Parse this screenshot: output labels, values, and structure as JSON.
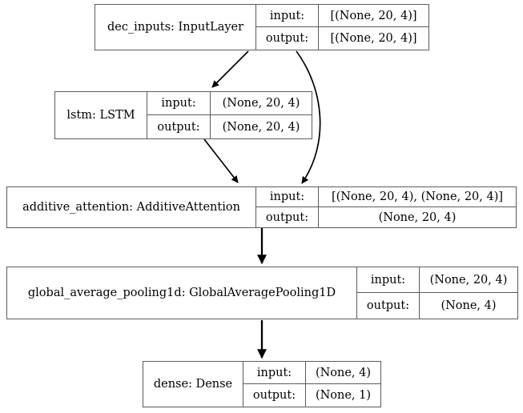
{
  "diagram": {
    "title": "keras-model-architecture",
    "io_labels": {
      "input": "input:",
      "output": "output:"
    },
    "colors": {
      "border": "#5b5b5b",
      "fill": "#ffffff",
      "text": "#000000",
      "edge": "#000000"
    }
  },
  "nodes": [
    {
      "id": "dec_inputs",
      "name": "dec_inputs: InputLayer",
      "input_label": "input:",
      "output_label": "output:",
      "input_shape": "[(None, 20, 4)]",
      "output_shape": "[(None, 20, 4)]"
    },
    {
      "id": "lstm",
      "name": "lstm: LSTM",
      "input_label": "input:",
      "output_label": "output:",
      "input_shape": "(None, 20, 4)",
      "output_shape": "(None, 20, 4)"
    },
    {
      "id": "additive_attention",
      "name": "additive_attention: AdditiveAttention",
      "input_label": "input:",
      "output_label": "output:",
      "input_shape": "[(None, 20, 4), (None, 20, 4)]",
      "output_shape": "(None, 20, 4)"
    },
    {
      "id": "global_average_pooling1d",
      "name": "global_average_pooling1d: GlobalAveragePooling1D",
      "input_label": "input:",
      "output_label": "output:",
      "input_shape": "(None, 20, 4)",
      "output_shape": "(None, 4)"
    },
    {
      "id": "dense",
      "name": "dense: Dense",
      "input_label": "input:",
      "output_label": "output:",
      "input_shape": "(None, 4)",
      "output_shape": "(None, 1)"
    }
  ],
  "edges": [
    {
      "from": "dec_inputs",
      "to": "lstm"
    },
    {
      "from": "dec_inputs",
      "to": "additive_attention"
    },
    {
      "from": "lstm",
      "to": "additive_attention"
    },
    {
      "from": "additive_attention",
      "to": "global_average_pooling1d"
    },
    {
      "from": "global_average_pooling1d",
      "to": "dense"
    }
  ]
}
